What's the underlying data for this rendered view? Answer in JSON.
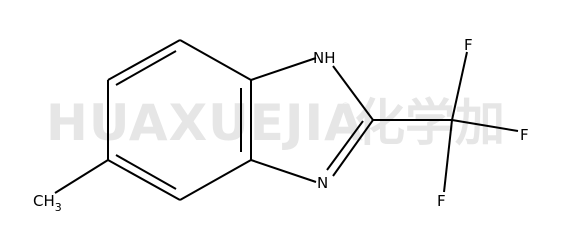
{
  "watermark": {
    "text": "HUAXUEJIA",
    "registered": "®",
    "cjk": "化学加"
  },
  "molecule": {
    "atoms": {
      "nh": "NH",
      "n": "N",
      "f_top": "F",
      "f_right": "F",
      "f_bottom": "F",
      "ch3_main": "CH",
      "ch3_sub": "3"
    }
  },
  "colors": {
    "bond": "#000000",
    "watermark": "#e6e6e6",
    "background": "#ffffff"
  }
}
